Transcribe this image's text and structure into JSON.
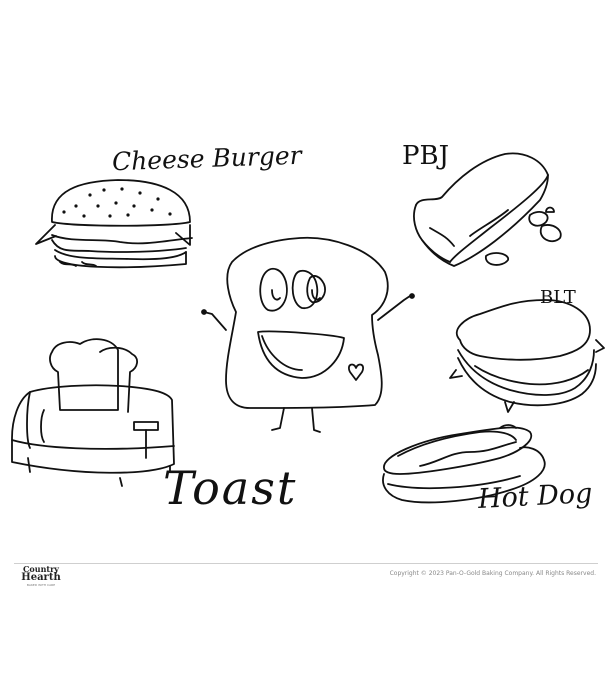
{
  "labels": {
    "cheese_burger": "Cheese Burger",
    "pbj": "PBJ",
    "blt": "BLT",
    "toast": "Toast",
    "hot_dog": "Hot Dog"
  },
  "footer": {
    "logo_top": "Country",
    "logo_bottom": "Hearth",
    "logo_tagline": "BAKED WITH CARE",
    "copyright": "Copyright © 2023 Pan-O-Gold Baking Company. All Rights Reserved."
  },
  "colors": {
    "ink": "#111111",
    "background": "#ffffff",
    "footer_text": "#888888"
  }
}
